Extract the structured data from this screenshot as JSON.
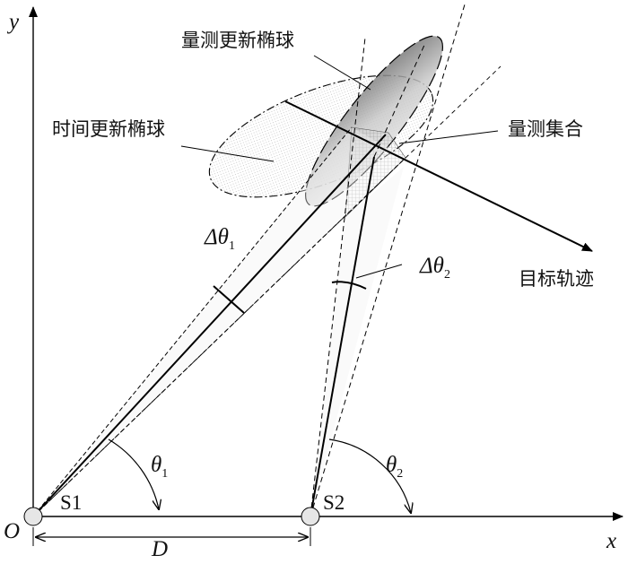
{
  "labels": {
    "axis_y": "y",
    "axis_x": "x",
    "origin": "O",
    "sensor1": "S1",
    "sensor2": "S2",
    "baseline": "D",
    "theta1": "θ",
    "theta1_sub": "1",
    "theta2": "θ",
    "theta2_sub": "2",
    "dtheta1": "Δθ",
    "dtheta1_sub": "1",
    "dtheta2": "Δθ",
    "dtheta2_sub": "2",
    "measurement_update_ellipsoid": "量测更新椭球",
    "time_update_ellipsoid": "时间更新椭球",
    "measurement_set": "量测集合",
    "target_trajectory": "目标轨迹"
  }
}
